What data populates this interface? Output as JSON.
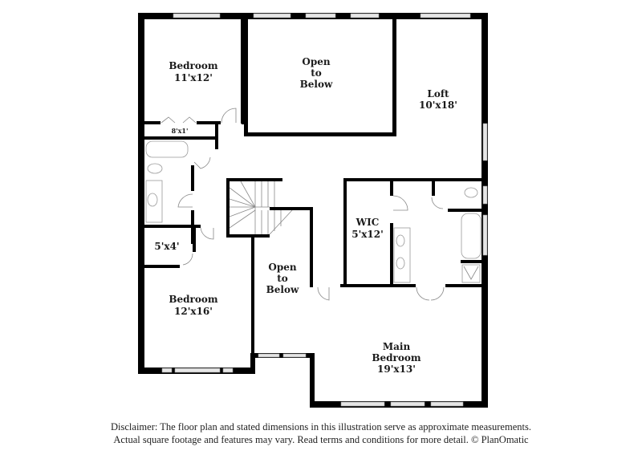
{
  "floorplan": {
    "rooms": [
      {
        "id": "bedroom-2",
        "name": "Bedroom",
        "dims": "11'x12'"
      },
      {
        "id": "open-to-below-1",
        "name_lines": [
          "Open",
          "to",
          "Below"
        ]
      },
      {
        "id": "loft",
        "name": "Loft",
        "dims": "10'x18'"
      },
      {
        "id": "closet-small",
        "dims": "8'x1'"
      },
      {
        "id": "wic",
        "name": "WIC",
        "dims": "5'x12'"
      },
      {
        "id": "closet-5x4",
        "dims": "5'x4'"
      },
      {
        "id": "bedroom-3",
        "name": "Bedroom",
        "dims": "12'x16'"
      },
      {
        "id": "open-to-below-2",
        "name_lines": [
          "Open",
          "to",
          "Below"
        ]
      },
      {
        "id": "main-bedroom",
        "name_lines": [
          "Main",
          "Bedroom"
        ],
        "dims": "19'x13'"
      }
    ],
    "colors": {
      "wall": "#000000",
      "window": "#e6e6e6",
      "fixture_line": "#999999",
      "background": "#ffffff"
    }
  },
  "disclaimer": {
    "line1": "Disclaimer: The floor plan and stated dimensions in this illustration serve as approximate measurements.",
    "line2": "Actual square footage and features may vary. Read terms and conditions for more detail. © PlanOmatic"
  }
}
